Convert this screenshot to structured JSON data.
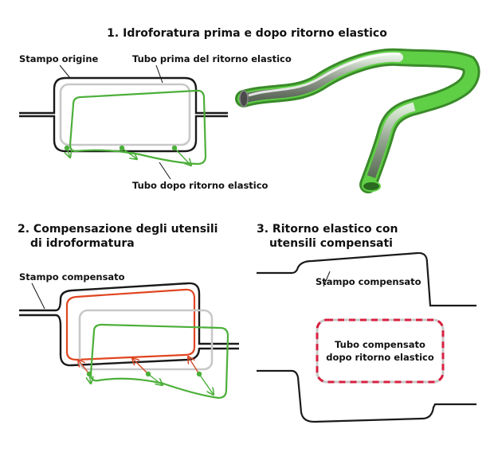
{
  "section1": {
    "title": "1. Idroforatura prima e dopo ritorno elastico",
    "label_origin_die": "Stampo origine",
    "label_tube_before": "Tubo prima del ritorno elastico",
    "label_tube_after": "Tubo dopo ritorno elastico"
  },
  "section2": {
    "title_line1": "2. Compensazione degli utensili",
    "title_line2": "di idroformatura",
    "label_compensated_die": "Stampo compensato"
  },
  "section3": {
    "title_line1": "3. Ritorno elastico con",
    "title_line2": "utensili compensati",
    "label_compensated_die": "Stampo compensato",
    "label_tube_line1": "Tubo compensato",
    "label_tube_line2": "dopo ritorno elastico"
  },
  "colors": {
    "die": "#1a1a1a",
    "tube_before": "#c8c8c8",
    "tube_after": "#4caf3a",
    "compensated_die_inner": "#e0451f",
    "compensated_tube_dash": "#d81f3f"
  }
}
